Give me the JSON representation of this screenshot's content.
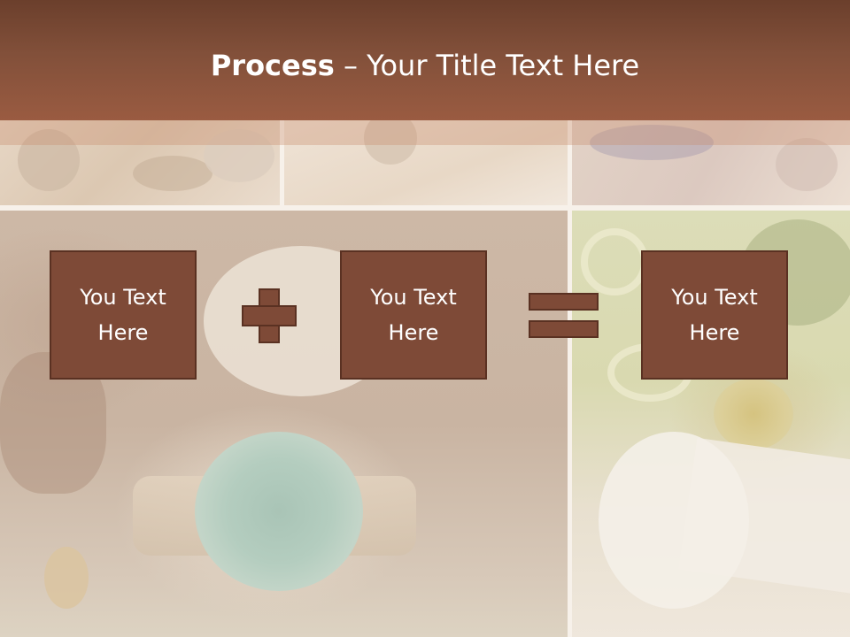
{
  "slide": {
    "title_bold": "Process",
    "title_rest": " – Your Title Text Here"
  },
  "process": {
    "boxes": [
      {
        "text": "You Text\nHere"
      },
      {
        "text": "You Text\nHere"
      },
      {
        "text": "You Text\nHere"
      }
    ],
    "operators": [
      "plus-icon",
      "equals-icon"
    ]
  },
  "colors": {
    "header": "#82503a",
    "box_fill": "#7e4a37",
    "box_border": "#5a3122",
    "text": "#ffffff"
  }
}
